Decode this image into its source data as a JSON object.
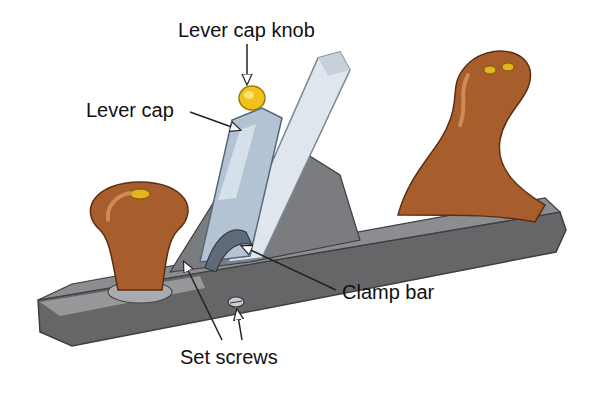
{
  "diagram": {
    "labels": [
      "Lever cap knob",
      "Lever cap",
      "Clamp bar",
      "Set screws"
    ]
  }
}
